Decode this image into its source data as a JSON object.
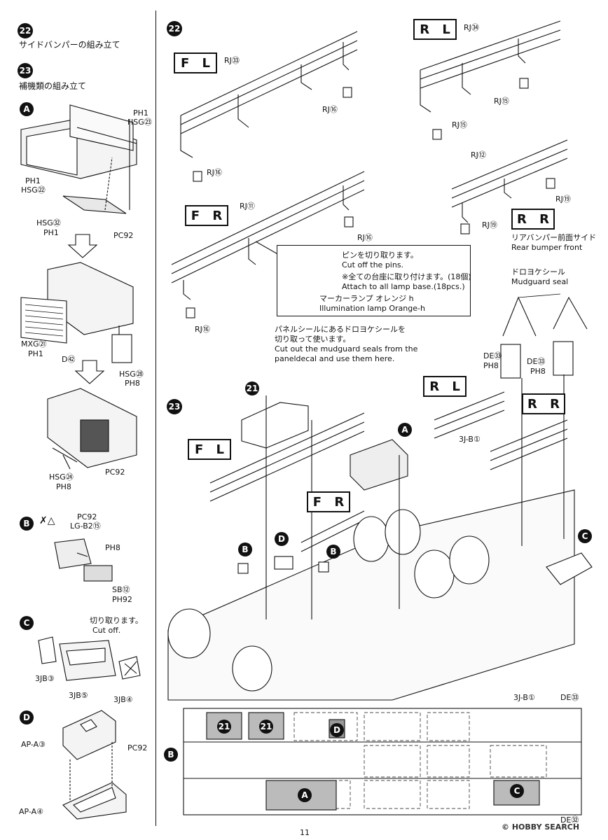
{
  "steps": {
    "s22": {
      "num": "22",
      "title": "サイドバンパーの組み立て"
    },
    "s23": {
      "num": "23",
      "title": "補機類の組み立て"
    }
  },
  "sub": {
    "A": "A",
    "B": "B",
    "C": "C",
    "D": "D"
  },
  "left_labels": {
    "ph1a": "PH1",
    "hsg23": "HSG㉓",
    "ph1b": "PH1",
    "hsg22": "HSG㉒",
    "hsg32": "HSG㉜",
    "ph1c": "PH1",
    "pc92a": "PC92",
    "mxg71": "MXG㉑",
    "ph1d": "PH1",
    "d42": "D㊷",
    "hsg28": "HSG㉘",
    "ph8a": "PH8",
    "hsg24": "HSG㉔",
    "ph8b": "PH8",
    "pc92b": "PC92",
    "pc92c": "PC92",
    "lgb2": "LG-B2⑮",
    "ph8c": "PH8",
    "sb12": "SB⑫",
    "ph92": "PH92",
    "cut_jp": "切り取ります。",
    "cut_en": "Cut off.",
    "jb3": "3JB③",
    "jb5": "3JB⑤",
    "jb4": "3JB④",
    "apa3": "AP-A③",
    "apa4": "AP-A④",
    "pc92d": "PC92"
  },
  "right": {
    "fl": "F L",
    "rl": "R L",
    "fr": "F R",
    "rr": "R R",
    "rj83": "RJ㉝",
    "rj76a": "RJ⑯",
    "rj76b": "RJ⑯",
    "rj84": "RJ㉞",
    "rj75a": "RJ⑮",
    "rj75b": "RJ⑮",
    "rj71": "RJ⑪",
    "rj76c": "RJ⑯",
    "rj72": "RJ⑫",
    "rj79a": "RJ⑲",
    "rj79b": "RJ⑲",
    "rj76d": "RJ⑯",
    "rear_jp": "リアバンパー前面サイド",
    "rear_en": "Rear bumper front",
    "note1_jp": "ピンを切り取ります。",
    "note1_en": "Cut off the pins.",
    "note2_jp": "※全ての台座に取り付けます。(18個)",
    "note2_en": "Attach to all lamp base.(18pcs.)",
    "note3_jp": "マーカーランプ オレンジ h",
    "note3_en": "Illumination lamp Orange-h",
    "mud_jp": "ドロヨケシール",
    "mud_en": "Mudguard seal",
    "panel_jp1": "パネルシールにあるドロヨケシールを",
    "panel_jp2": "切り取って使います。",
    "panel_en1": "Cut out the mudguard seals from the",
    "panel_en2": "paneldecal and use them here.",
    "de33a": "DE㉝",
    "ph8a": "PH8",
    "de33b": "DE㉝",
    "ph8b": "PH8",
    "jb1a": "3J-B①",
    "jb1b": "3J-B①",
    "de33c": "DE㉝",
    "de32": "DE㉜",
    "n21a": "21",
    "n21b": "21",
    "n21c": "21"
  },
  "footer": {
    "page": "11",
    "brand": "HOBBY SEARCH",
    "copyright": "©"
  }
}
